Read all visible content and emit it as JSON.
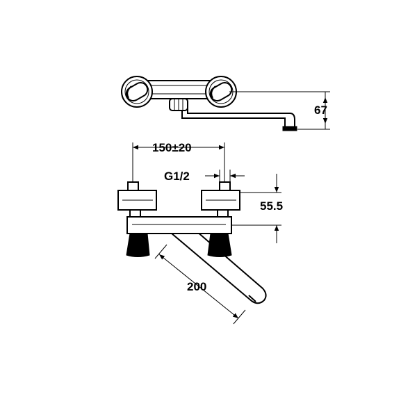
{
  "dimensions": {
    "height_top_view": "67",
    "spacing": "150±20",
    "thread": "G1/2",
    "height_side_view": "55.5",
    "spout_length": "200"
  }
}
